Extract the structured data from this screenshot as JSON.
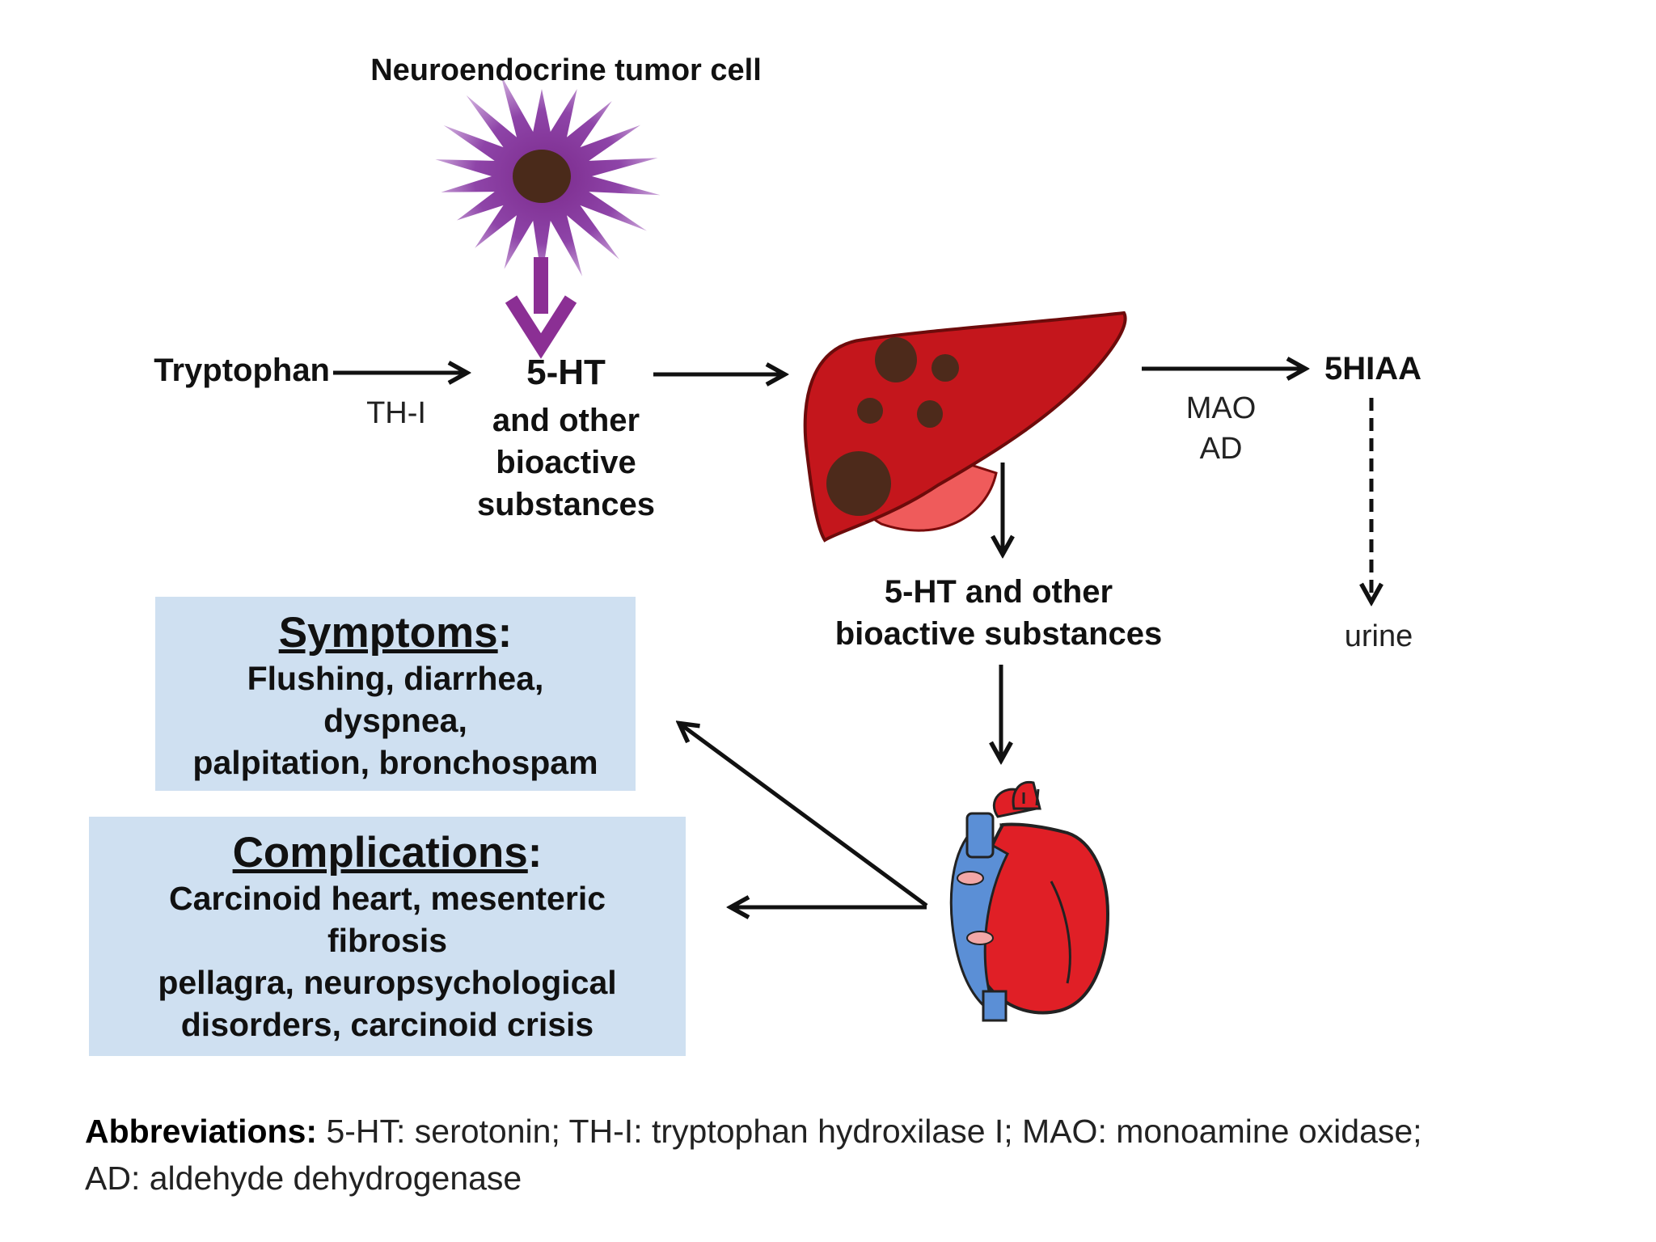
{
  "tumor_cell": {
    "label": "Neuroendocrine tumor cell",
    "icon": "tumor-cell-icon",
    "color": "#7b2a8c"
  },
  "pathway": {
    "tryptophan": "Tryptophan",
    "th_enzyme": "TH-I",
    "serotonin_title": "5-HT",
    "serotonin_lines": [
      "and other",
      "bioactive",
      "substances"
    ],
    "hiaa": "5HIAA",
    "mao": "MAO",
    "ad": "AD",
    "urine": "urine",
    "circulating_line1": "5-HT and other",
    "circulating_line2": "bioactive substances"
  },
  "organs": {
    "liver_icon": "liver-icon",
    "heart_icon": "heart-icon",
    "liver_color": "#c4161c"
  },
  "symptoms": {
    "title": "Symptoms",
    "lines": [
      "Flushing, diarrhea,",
      "dyspnea,",
      "palpitation,  bronchospam"
    ]
  },
  "complications": {
    "title": "Complications",
    "lines": [
      "Carcinoid heart, mesenteric",
      "fibrosis",
      "pellagra, neuropsychological",
      "disorders, carcinoid crisis"
    ]
  },
  "abbreviations": {
    "label": "Abbreviations:",
    "line1": " 5-HT: serotonin; TH-I: tryptophan hydroxilase I; MAO: monoamine oxidase;",
    "line2": "AD: aldehyde dehydrogenase"
  },
  "colors": {
    "box_fill": "#cfe0f1",
    "arrow": "#111111",
    "heart_red": "#e01f26",
    "heart_blue": "#5b8fd6"
  }
}
